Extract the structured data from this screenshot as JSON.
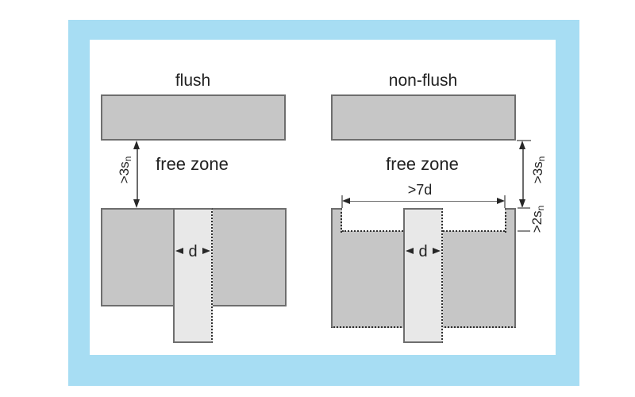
{
  "colors": {
    "frame_blue": "#a7ddf3",
    "block_fill": "#c6c6c6",
    "block_border": "#6e6e6e",
    "sensor_fill": "#e8e8e8",
    "dotted_line": "#2f2f2f",
    "dim_line": "#6b6b6b",
    "arrow": "#272727",
    "text": "#222222"
  },
  "left_diagram": {
    "title": "flush",
    "free_zone_label": "free zone",
    "sensing_distance_dim": {
      "text": ">3s",
      "sub": "n"
    },
    "diameter_label": "d"
  },
  "right_diagram": {
    "title": "non-flush",
    "free_zone_label": "free zone",
    "sensing_distance_dim": {
      "text": ">3s",
      "sub": "n"
    },
    "clearance_width_label": ">7d",
    "recess_depth_dim": {
      "text": ">2s",
      "sub": "n"
    },
    "diameter_label": "d"
  }
}
